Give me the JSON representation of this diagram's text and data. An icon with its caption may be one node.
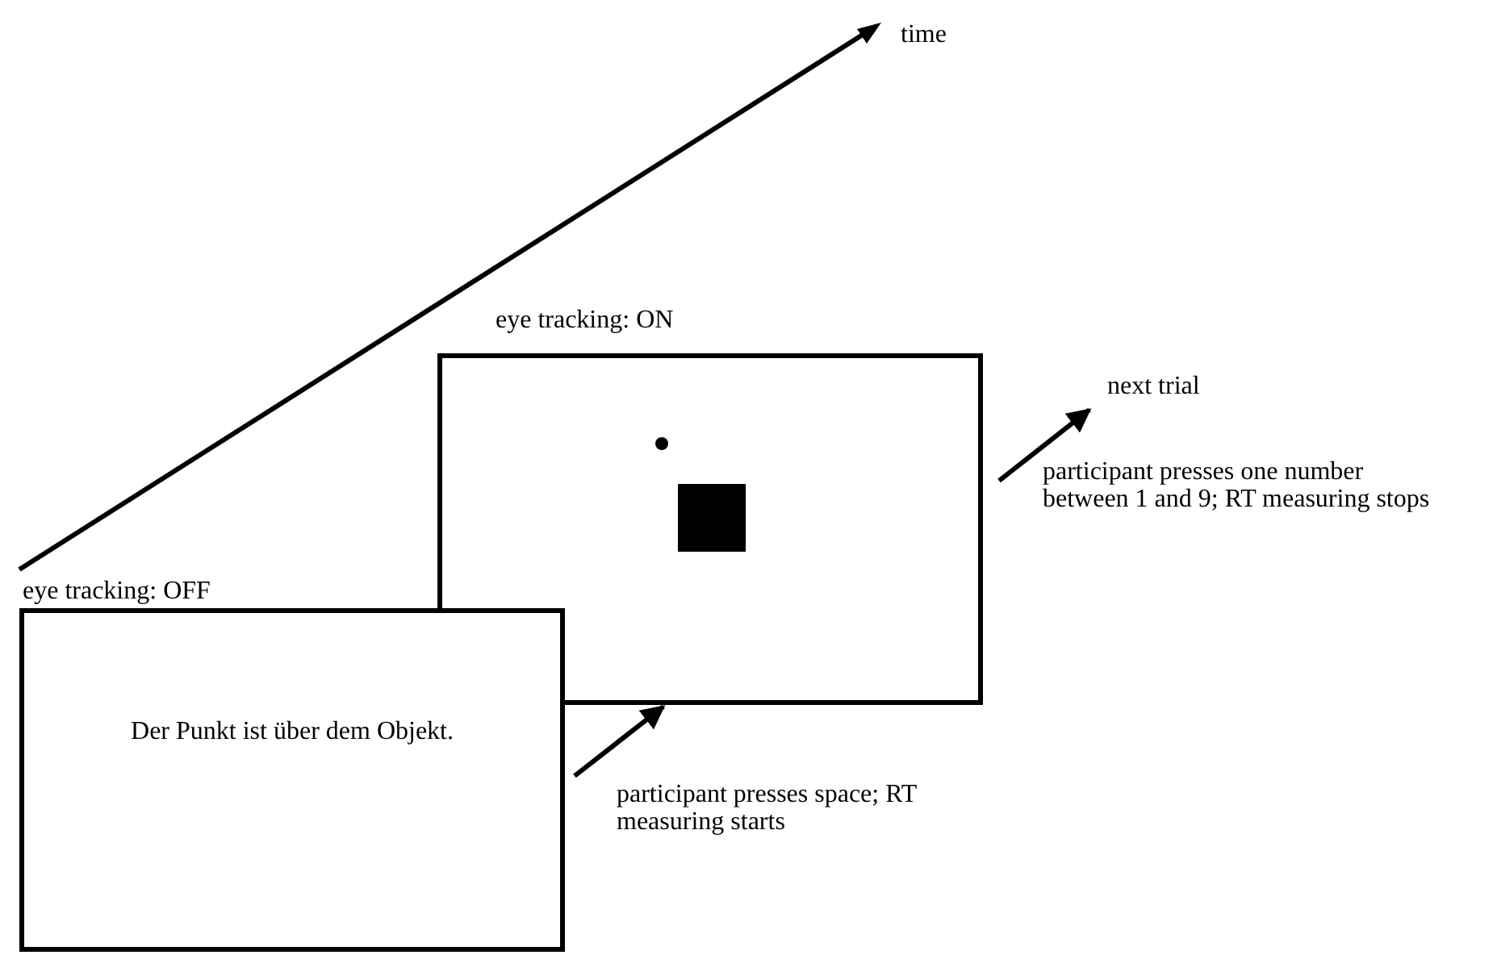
{
  "diagram": {
    "nodes": [
      {
        "text": [
          "eye tracking: OFF",
          "Der Punkt ist über dem Objekt."
        ]
      },
      {
        "text": [
          "eye tracking: ON"
        ]
      },
      {
        "text": [
          "next trial"
        ]
      }
    ],
    "edges": [
      {
        "from": 0,
        "to": 1,
        "arrow": "to",
        "label": "participant presses space; RT measuring starts"
      },
      {
        "from": 1,
        "to": 2,
        "arrow": "to",
        "label": "participant presses one number between 1 and 9; RT measuring stops"
      }
    ],
    "labels": [
      "time"
    ]
  }
}
